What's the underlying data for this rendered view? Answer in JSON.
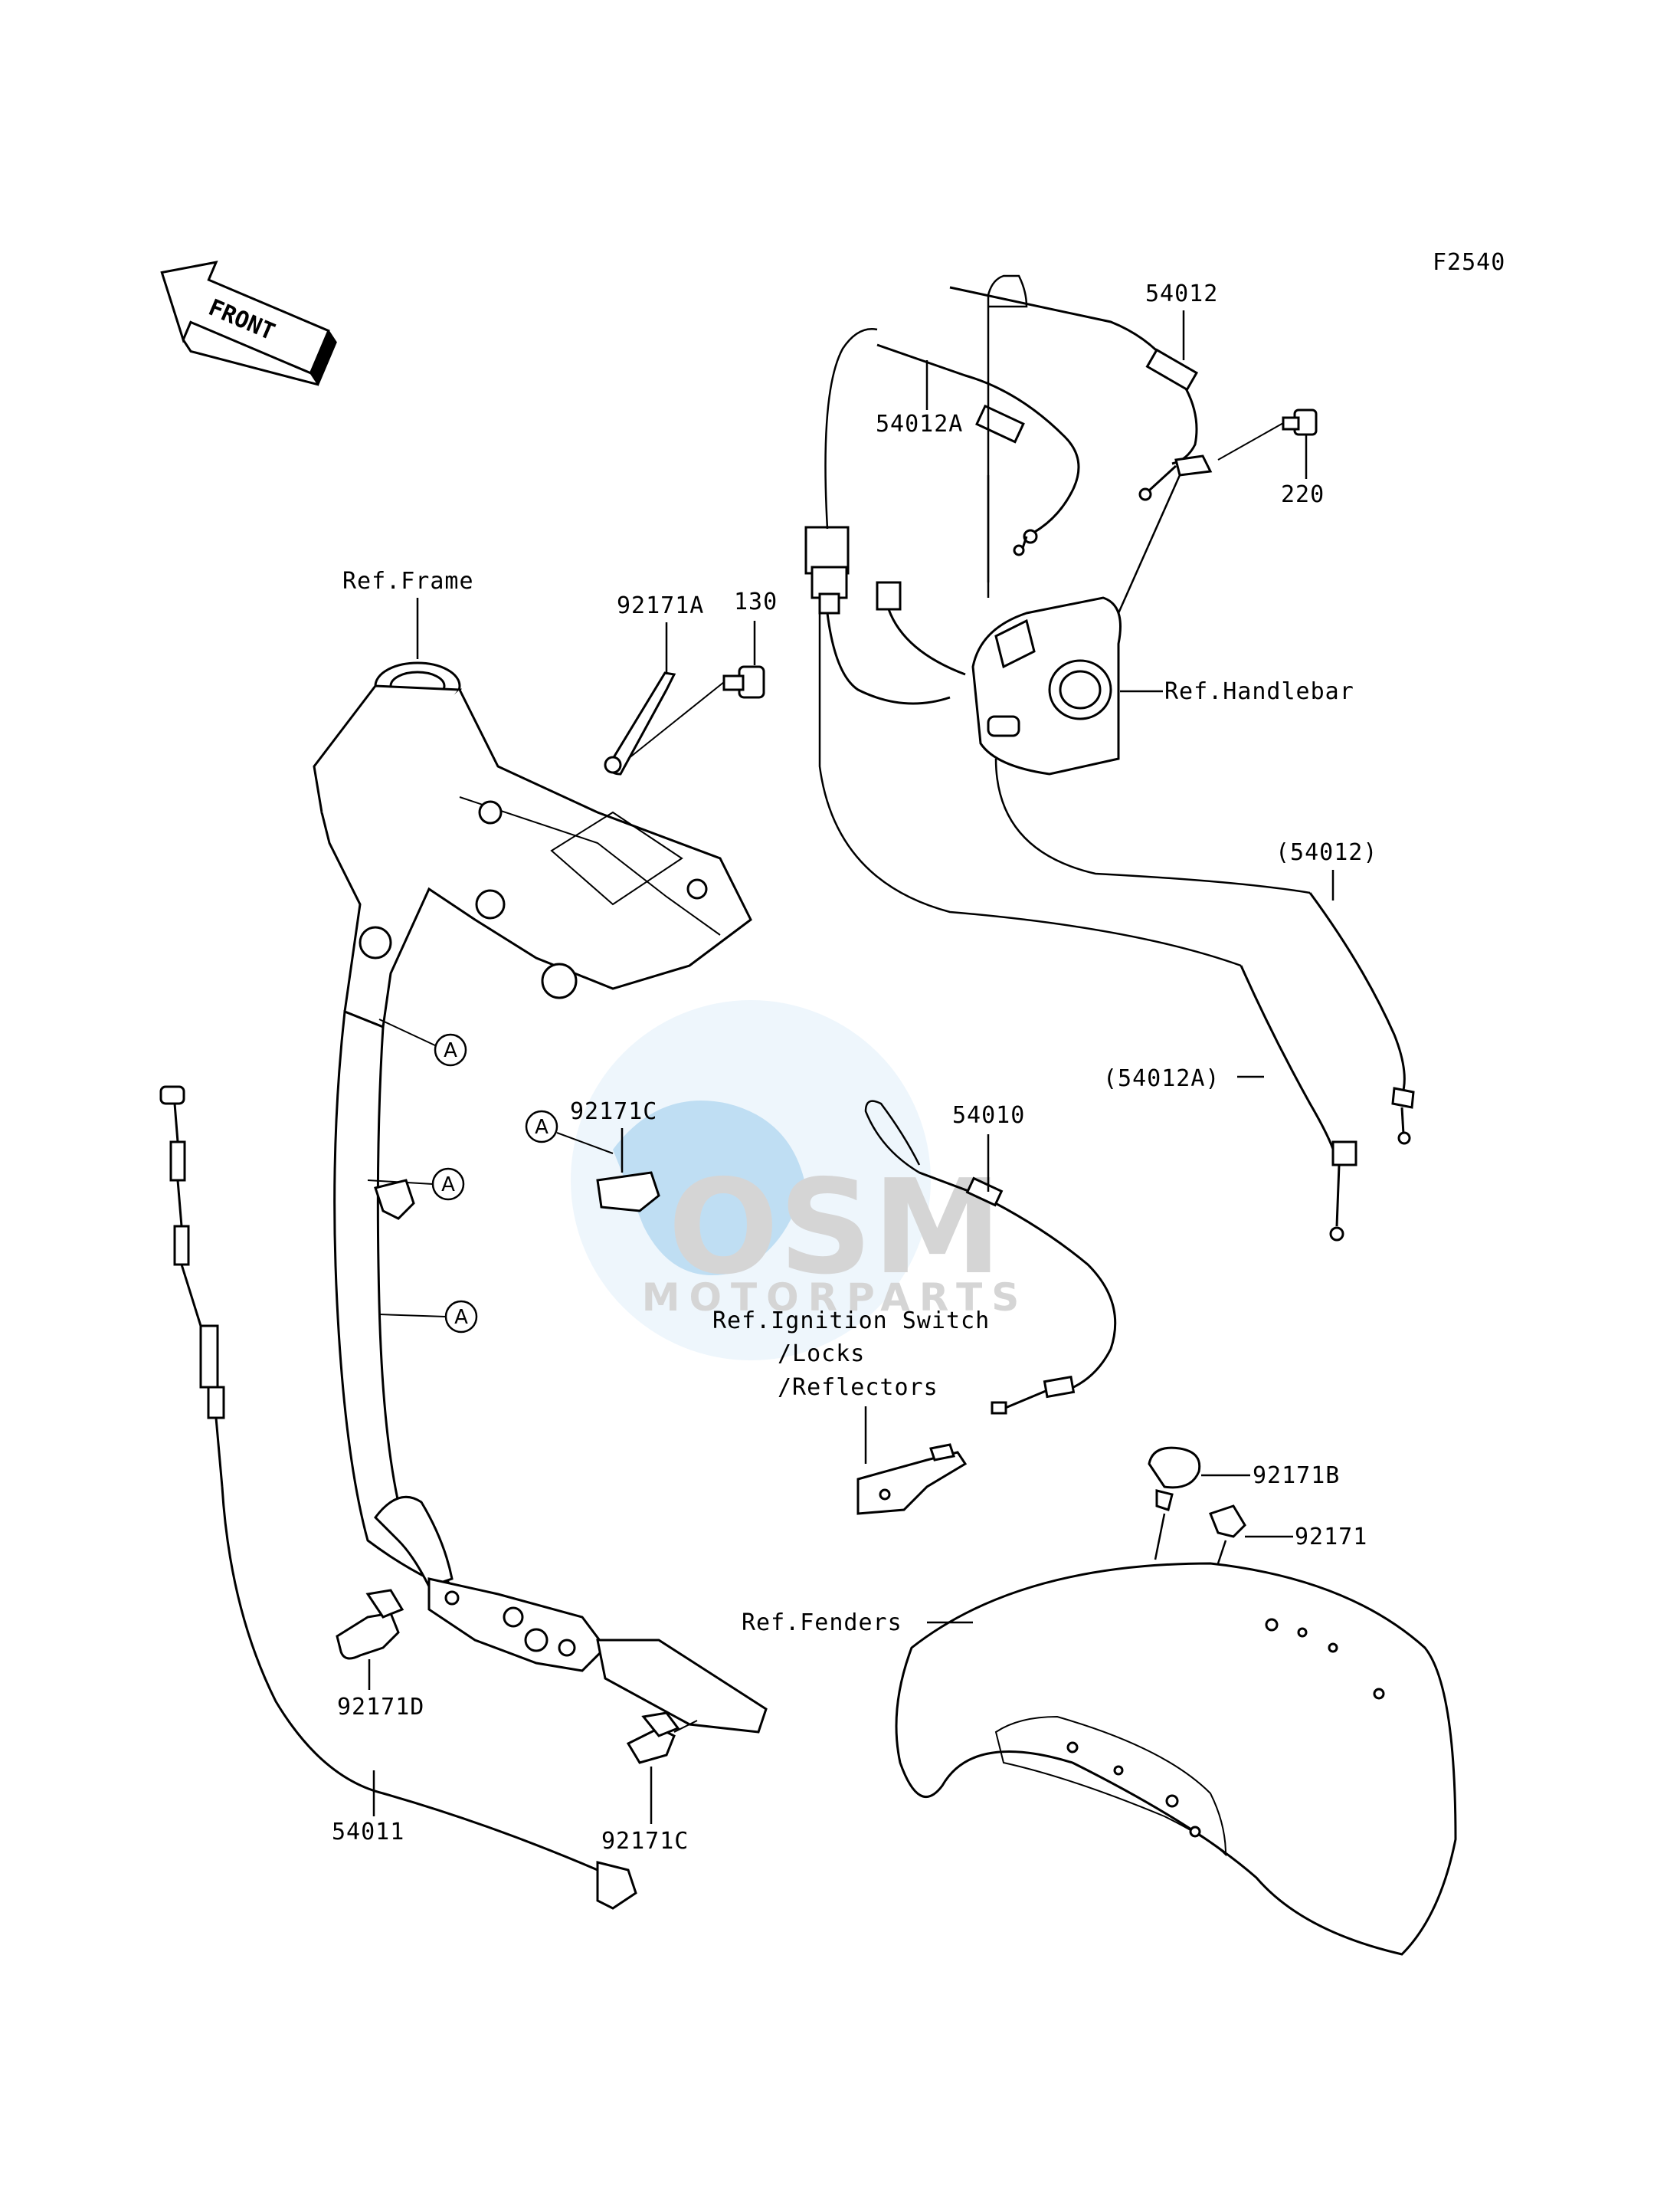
{
  "diagram_code": "F2540",
  "front_label": "FRONT",
  "ref_labels": {
    "frame": "Ref.Frame",
    "handlebar": "Ref.Handlebar",
    "ignition_line1": "Ref.Ignition Switch",
    "ignition_line2": "/Locks",
    "ignition_line3": "/Reflectors",
    "fenders": "Ref.Fenders"
  },
  "parts": {
    "p54012": "54012",
    "p54012A": "54012A",
    "p220": "220",
    "p92171A": "92171A",
    "p130": "130",
    "p54012_paren": "(54012)",
    "p54012A_paren": "(54012A)",
    "p92171C_top": "92171C",
    "p54010": "54010",
    "p92171B": "92171B",
    "p92171": "92171",
    "p92171D": "92171D",
    "p92171C_bottom": "92171C",
    "p54011": "54011"
  },
  "callout_marker": "A",
  "watermark": {
    "brand": "OSM",
    "subtitle": "MOTORPARTS"
  },
  "colors": {
    "ink": "#000000",
    "watermark_blue": "#4aa3df",
    "watermark_gray": "#8a8a8a"
  }
}
